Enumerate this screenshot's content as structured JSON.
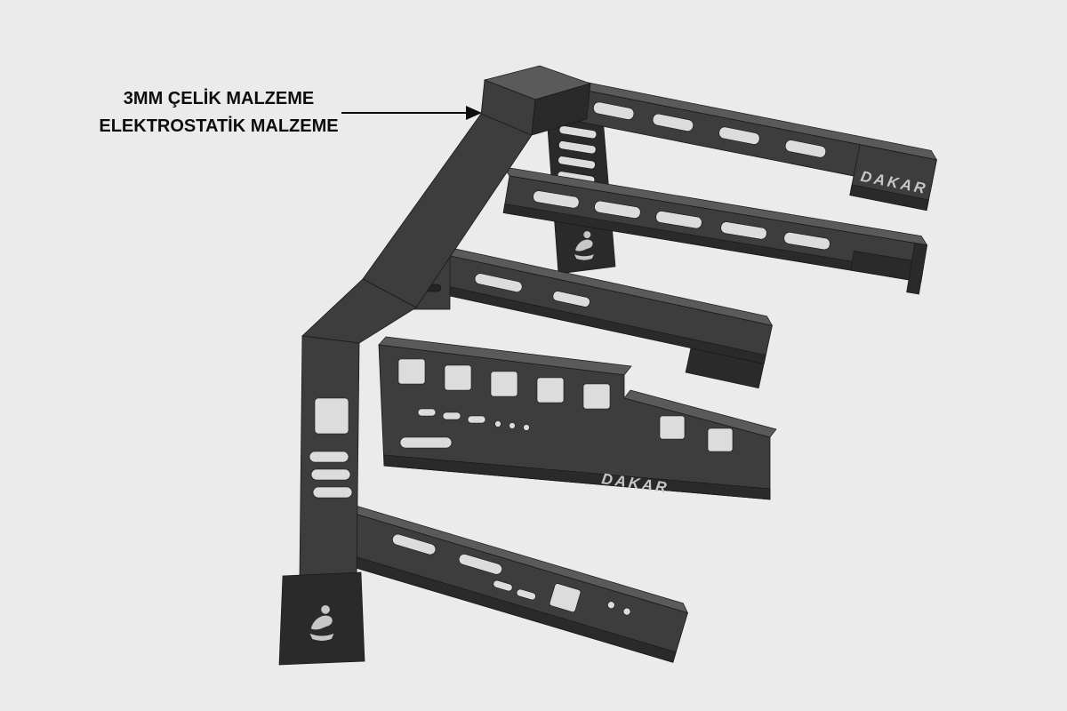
{
  "annotation": {
    "line1": "3MM ÇELİK MALZEME",
    "line2": "ELEKTROSTATİK MALZEME"
  },
  "brand": {
    "name": "DAKAR"
  },
  "colors": {
    "bg": "#ebebeb",
    "metal": "#3d3d3d",
    "metal-dark": "#2a2a2a",
    "metal-light": "#5a5a5a",
    "edge": "#191919",
    "hole": "#dcdcdc",
    "cut": "#242424",
    "brand": "#c7c7c7",
    "text": "#0d0d0d"
  }
}
